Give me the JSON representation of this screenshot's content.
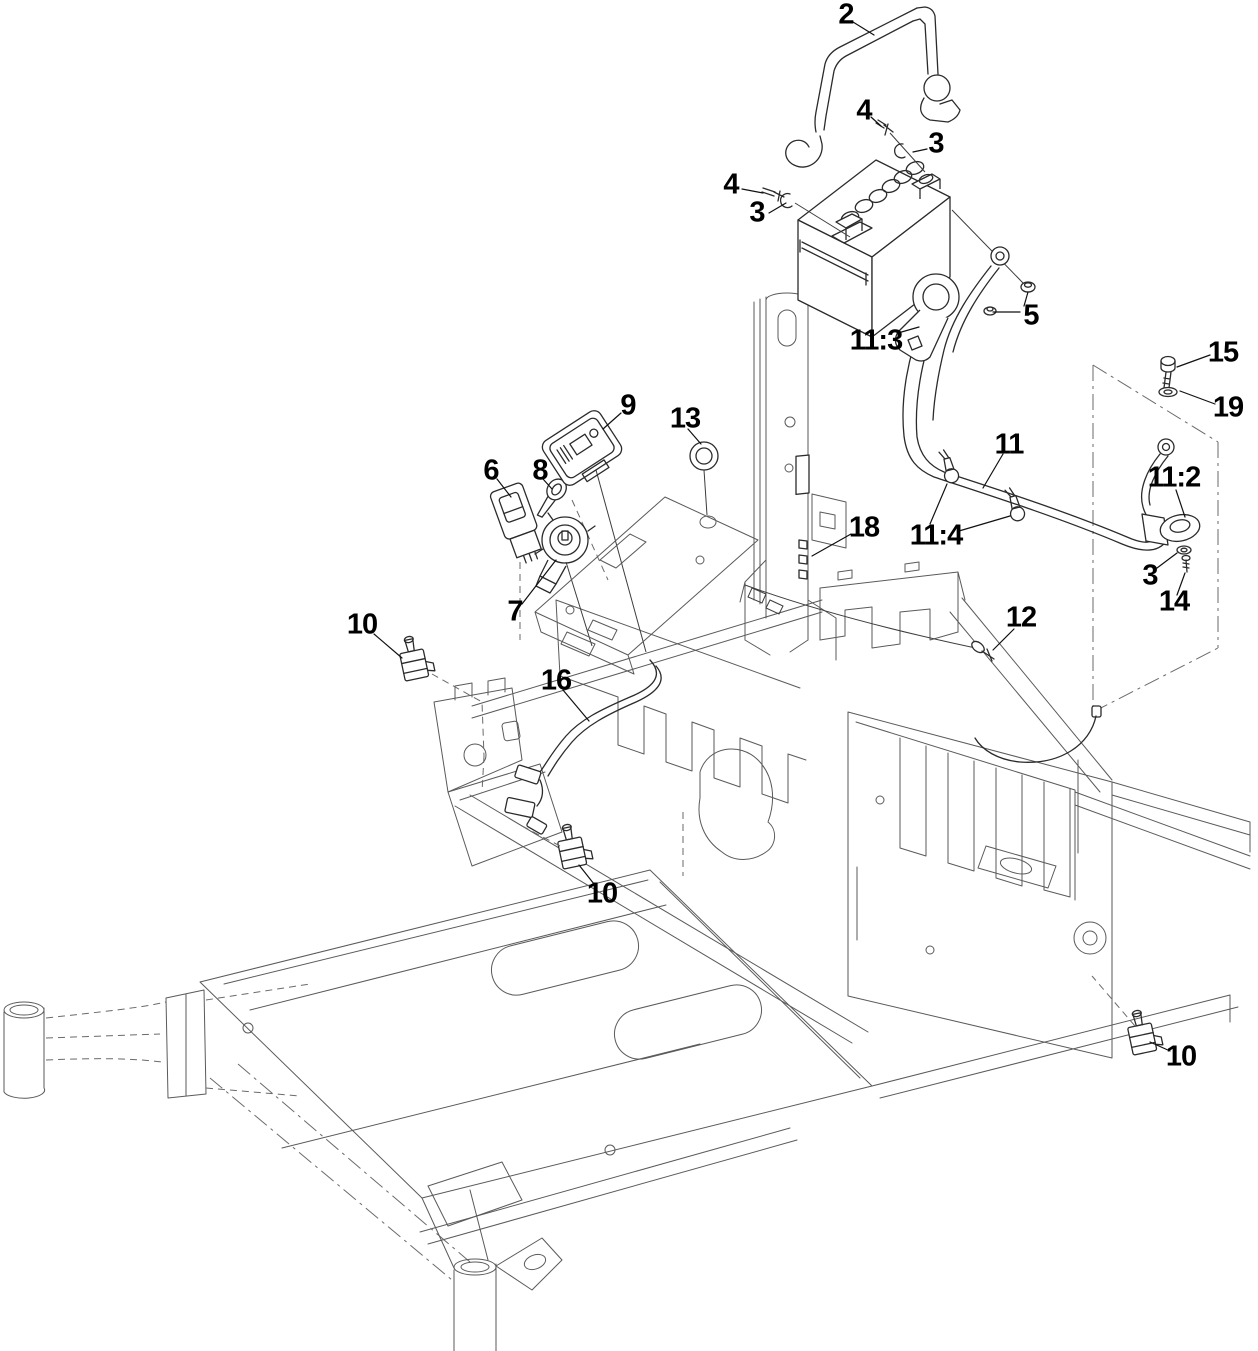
{
  "diagram": {
    "kind": "exploded-parts-line-drawing",
    "subject": "mower-frame-electrical-system-with-battery",
    "colors": {
      "background": "#ffffff",
      "line": "#3c3c3c",
      "label": "#000000"
    },
    "callouts": [
      {
        "label": "2"
      },
      {
        "label": "4"
      },
      {
        "label": "3"
      },
      {
        "label": "4"
      },
      {
        "label": "3"
      },
      {
        "label": "11:3"
      },
      {
        "label": "5"
      },
      {
        "label": "15"
      },
      {
        "label": "19"
      },
      {
        "label": "11"
      },
      {
        "label": "11:2"
      },
      {
        "label": "11:4"
      },
      {
        "label": "3"
      },
      {
        "label": "14"
      },
      {
        "label": "12"
      },
      {
        "label": "18"
      },
      {
        "label": "9"
      },
      {
        "label": "13"
      },
      {
        "label": "6"
      },
      {
        "label": "8"
      },
      {
        "label": "7"
      },
      {
        "label": "10"
      },
      {
        "label": "16"
      },
      {
        "label": "10"
      },
      {
        "label": "10"
      }
    ]
  }
}
